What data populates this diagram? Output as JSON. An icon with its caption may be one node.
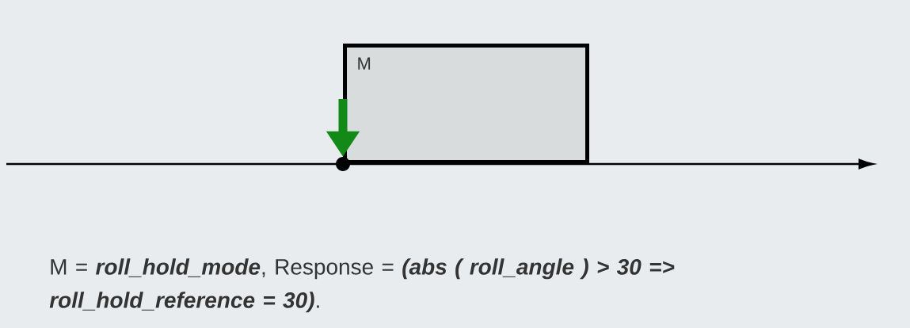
{
  "diagram": {
    "nodes": [
      {
        "text": [
          "M"
        ]
      },
      {
        "text": [],
        "shape": "circle"
      }
    ],
    "edges": [
      {
        "from": 0,
        "to": 1,
        "arrow": "to",
        "color": "#138a18"
      }
    ],
    "labels": [
      "M = **roll_hold_mode**, Response = **(abs ( roll_angle ) > 30 => roll_hold_reference = 30)**."
    ]
  }
}
